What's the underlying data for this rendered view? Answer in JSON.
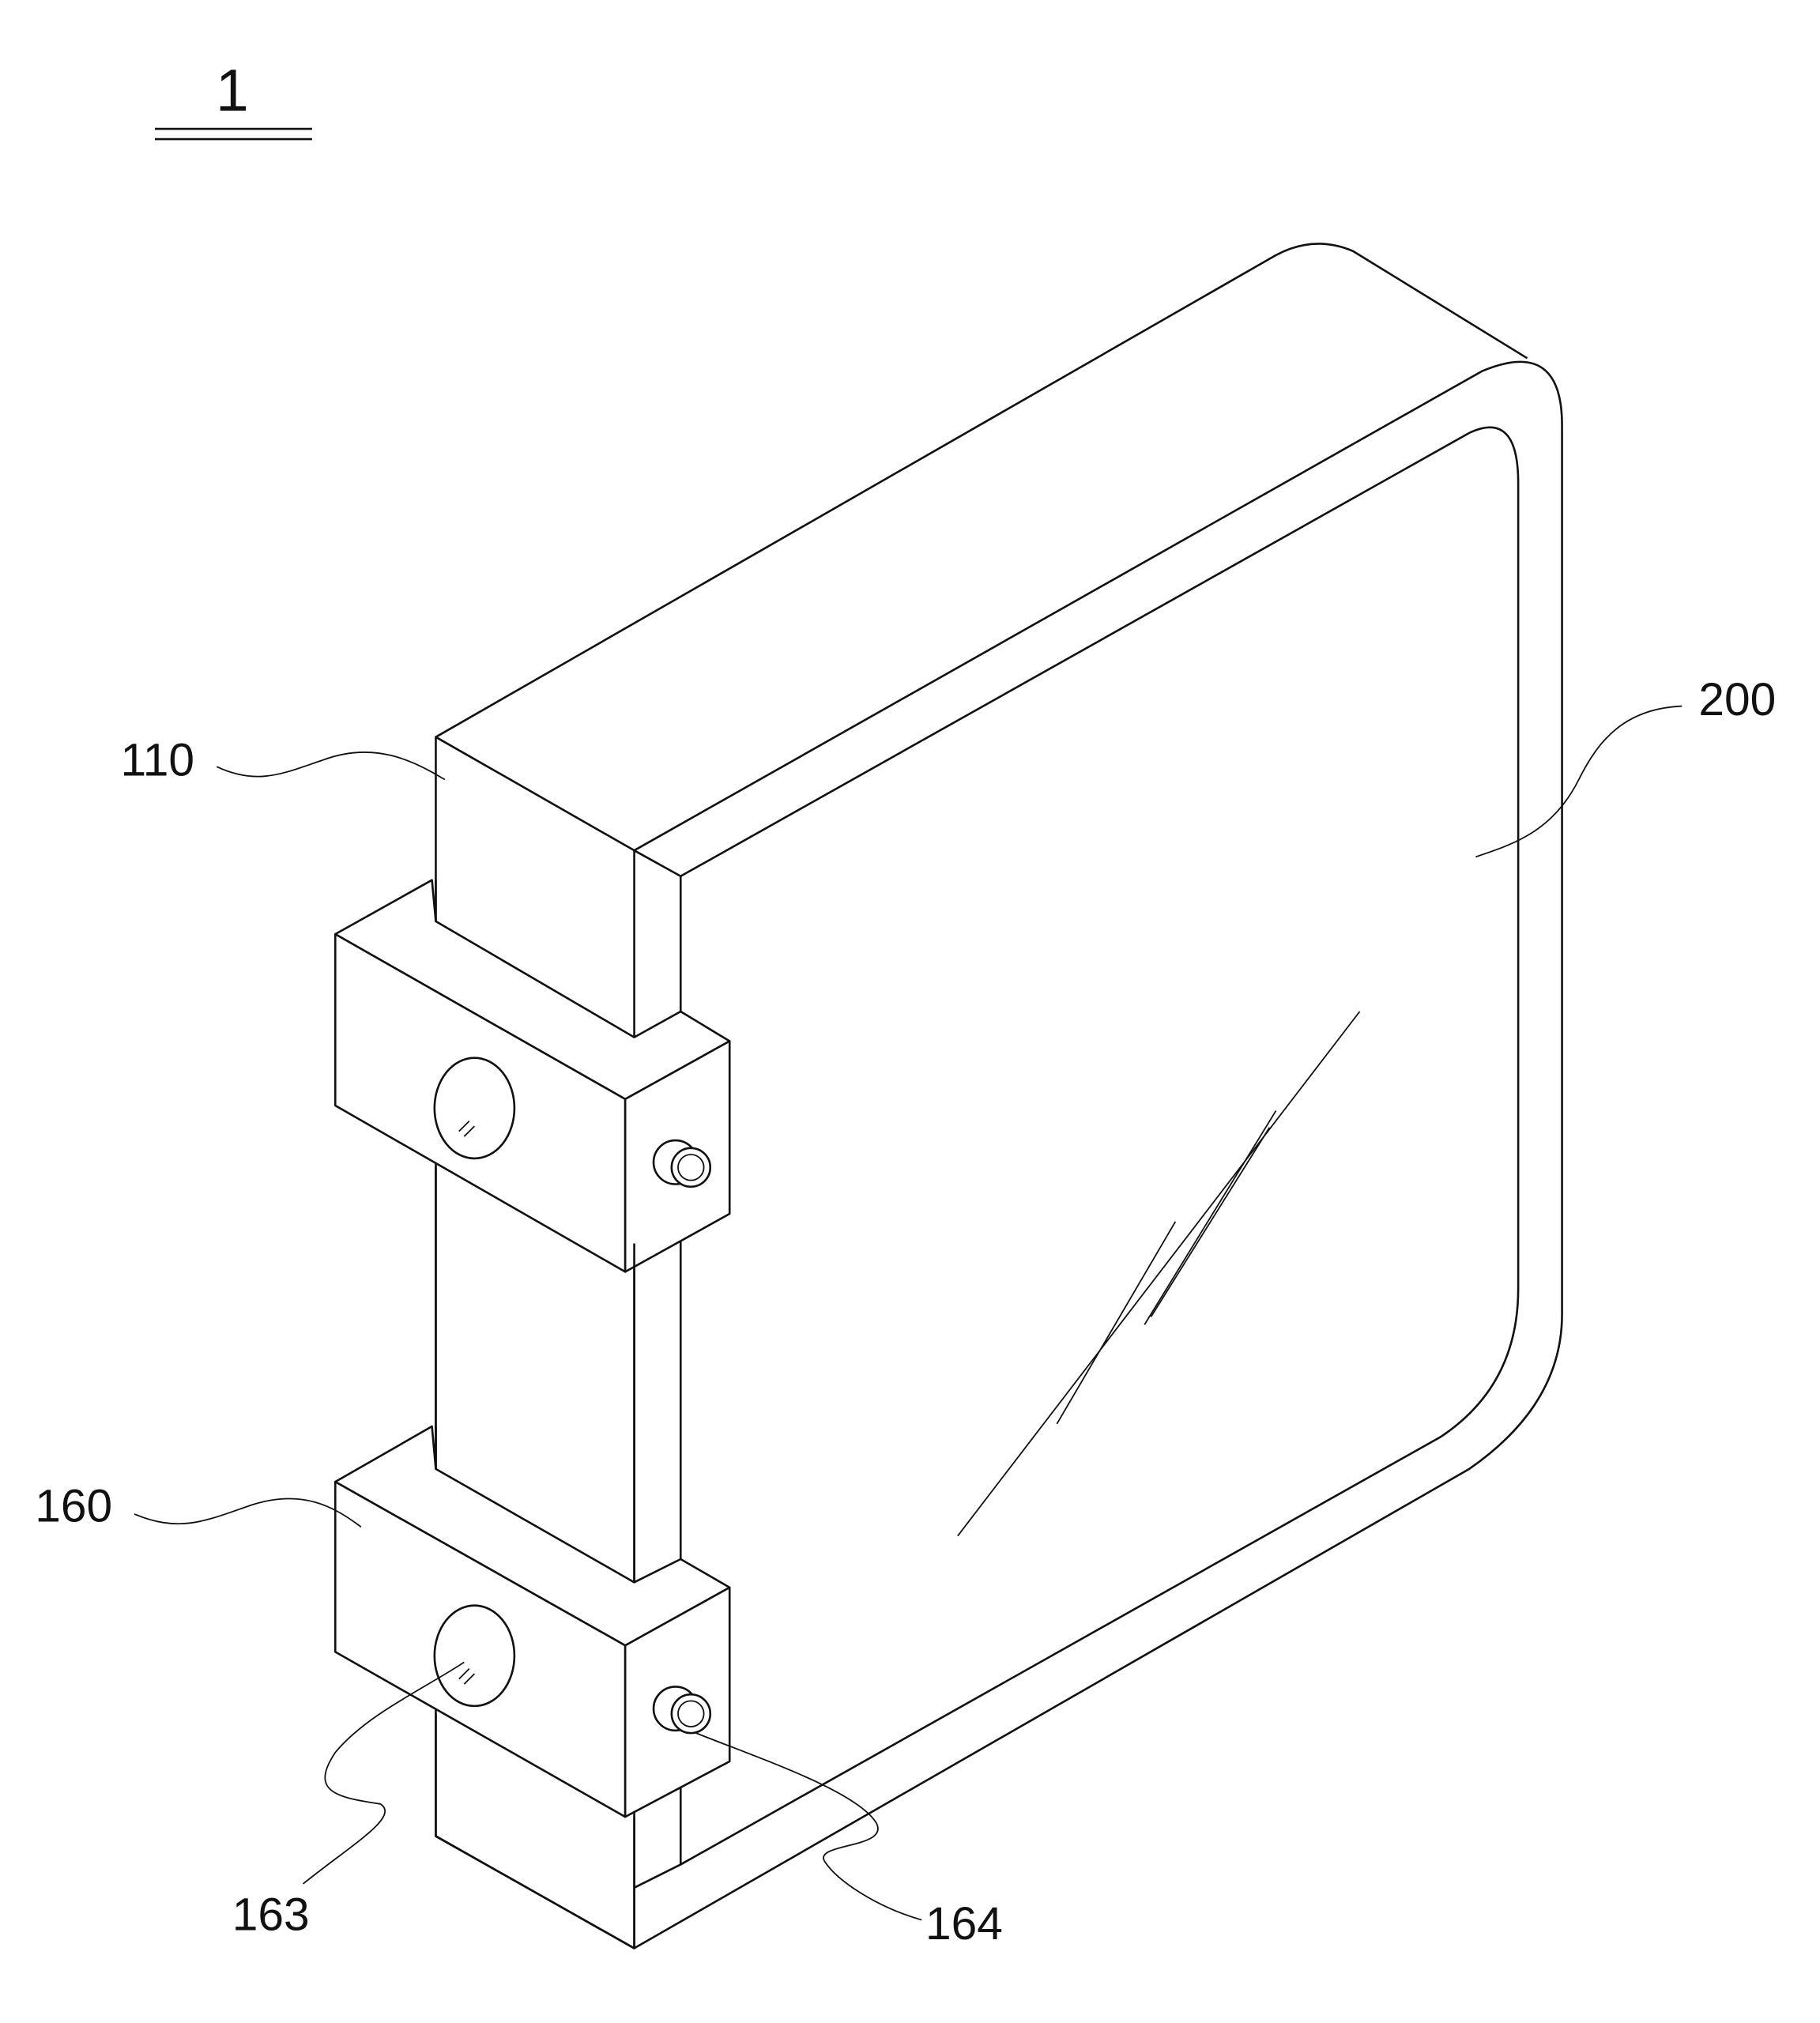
{
  "figure": {
    "figure_number": "1",
    "labels": {
      "frame_column": "110",
      "panel": "200",
      "clamp_block": "160",
      "sight_window": "163",
      "knob": "164"
    }
  }
}
